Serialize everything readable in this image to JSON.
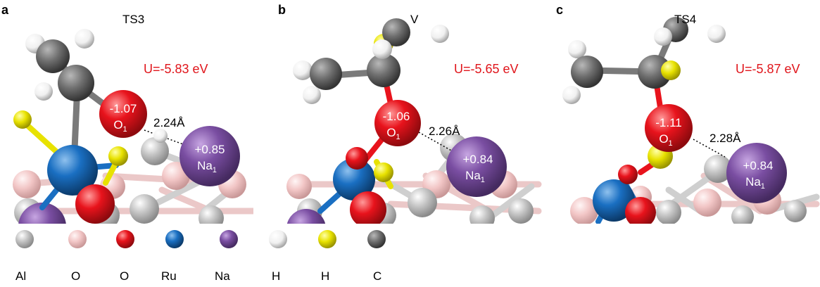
{
  "colors": {
    "Al": "#bcbcbc",
    "O_surface": "#f2c6c6",
    "O_adsorbate": "#e8131c",
    "Ru": "#1a6fc2",
    "Na": "#7a4ea2",
    "H": "#f4f4f4",
    "H_tagged": "#e8e200",
    "C": "#6f6f6f",
    "energy_text": "#e0151b"
  },
  "panels": [
    {
      "letter": "a",
      "title": "TS3",
      "energy": "U=-5.83 eV",
      "o_charge": "-1.07",
      "o_label": "O",
      "o_sub": "1",
      "na_charge": "+0.85",
      "na_label": "Na",
      "na_sub": "1",
      "distance": "2.24Å"
    },
    {
      "letter": "b",
      "title": "V",
      "energy": "U=-5.65 eV",
      "o_charge": "-1.06",
      "o_label": "O",
      "o_sub": "1",
      "na_charge": "+0.84",
      "na_label": "Na",
      "na_sub": "1",
      "distance": "2.26Å"
    },
    {
      "letter": "c",
      "title": "TS4",
      "energy": "U=-5.87 eV",
      "o_charge": "-1.11",
      "o_label": "O",
      "o_sub": "1",
      "na_charge": "+0.84",
      "na_label": "Na",
      "na_sub": "1",
      "distance": "2.28Å"
    }
  ],
  "legend": [
    {
      "label": "Al",
      "color_key": "Al",
      "icon": "al-atom-icon"
    },
    {
      "label": "O",
      "color_key": "O_surface",
      "icon": "surface-oxygen-atom-icon"
    },
    {
      "label": "O",
      "color_key": "O_adsorbate",
      "icon": "adsorbate-oxygen-atom-icon"
    },
    {
      "label": "Ru",
      "color_key": "Ru",
      "icon": "ru-atom-icon"
    },
    {
      "label": "Na",
      "color_key": "Na",
      "icon": "na-atom-icon"
    },
    {
      "label": "H",
      "color_key": "H",
      "icon": "hydrogen-atom-icon"
    },
    {
      "label": "H",
      "color_key": "H_tagged",
      "icon": "tagged-hydrogen-atom-icon"
    },
    {
      "label": "C",
      "color_key": "C",
      "icon": "carbon-atom-icon"
    }
  ]
}
